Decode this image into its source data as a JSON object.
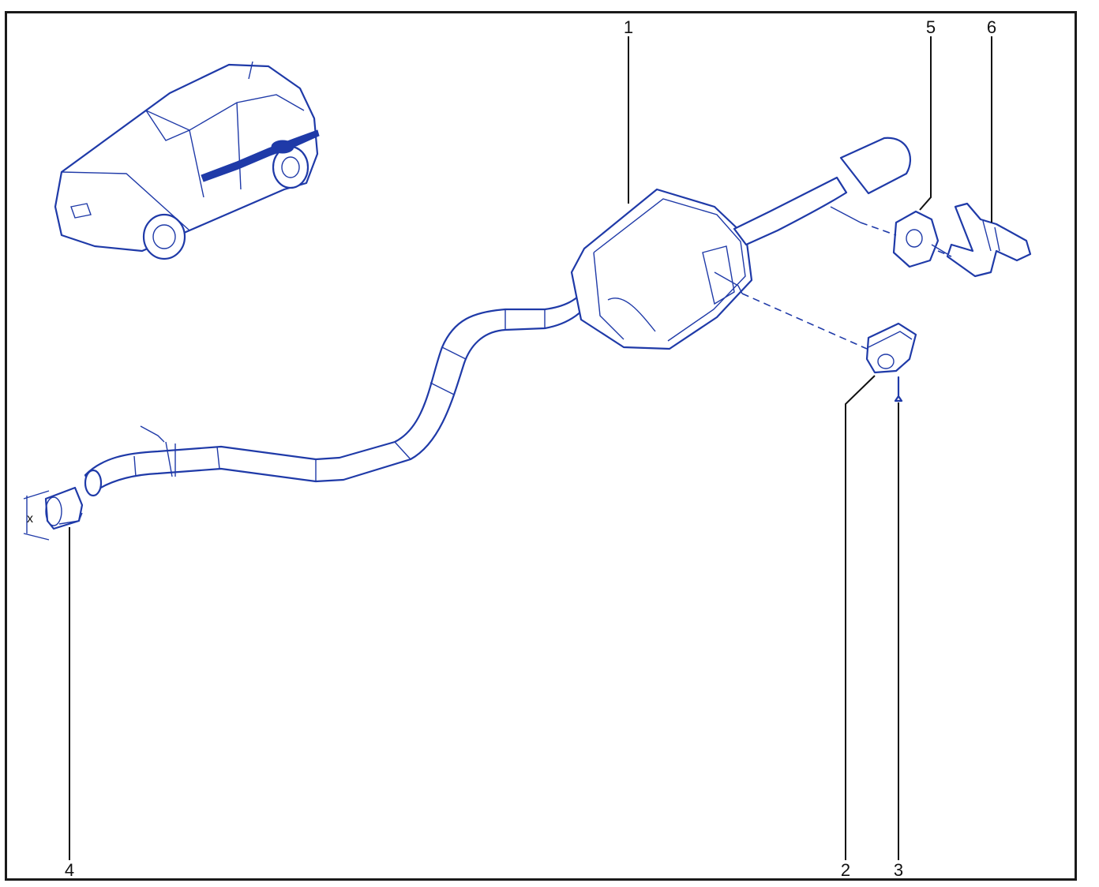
{
  "parts": [
    {
      "id": "1",
      "label": "1",
      "name": "rear-silencer"
    },
    {
      "id": "2",
      "label": "2",
      "name": "mounting-rubber"
    },
    {
      "id": "3",
      "label": "3",
      "name": "screw"
    },
    {
      "id": "4",
      "label": "4",
      "name": "clamp"
    },
    {
      "id": "5",
      "label": "5",
      "name": "suspension-rubber"
    },
    {
      "id": "6",
      "label": "6",
      "name": "bracket"
    }
  ],
  "dimension_label": "x",
  "colors": {
    "line": "#1f3aa8",
    "frame": "#1a1a1a",
    "text": "#111111"
  }
}
